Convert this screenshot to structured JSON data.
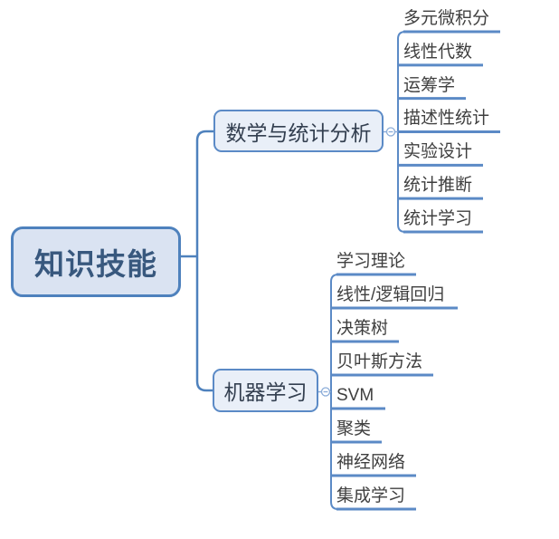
{
  "root": {
    "label": "知识技能"
  },
  "branches": [
    {
      "label": "数学与统计分析",
      "children": [
        "多元微积分",
        "线性代数",
        "运筹学",
        "描述性统计",
        "实验设计",
        "统计推断",
        "统计学习"
      ]
    },
    {
      "label": "机器学习",
      "children": [
        "学习理论",
        "线性/逻辑回归",
        "决策树",
        "贝叶斯方法",
        "SVM",
        "聚类",
        "神经网络",
        "集成学习"
      ]
    }
  ],
  "icons": {
    "collapse_toggle": "minus-circle-icon"
  },
  "colors": {
    "node_border": "#4e81bd",
    "connector_line": "#5b8ac6",
    "toggle_outline": "#8aacd8",
    "root_fill": "#dae3f2",
    "branch_fill": "#e9eff8",
    "root_text": "#38587e",
    "branch_text": "#333f50",
    "leaf_text": "#3f3f3f",
    "background": "#ffffff"
  }
}
